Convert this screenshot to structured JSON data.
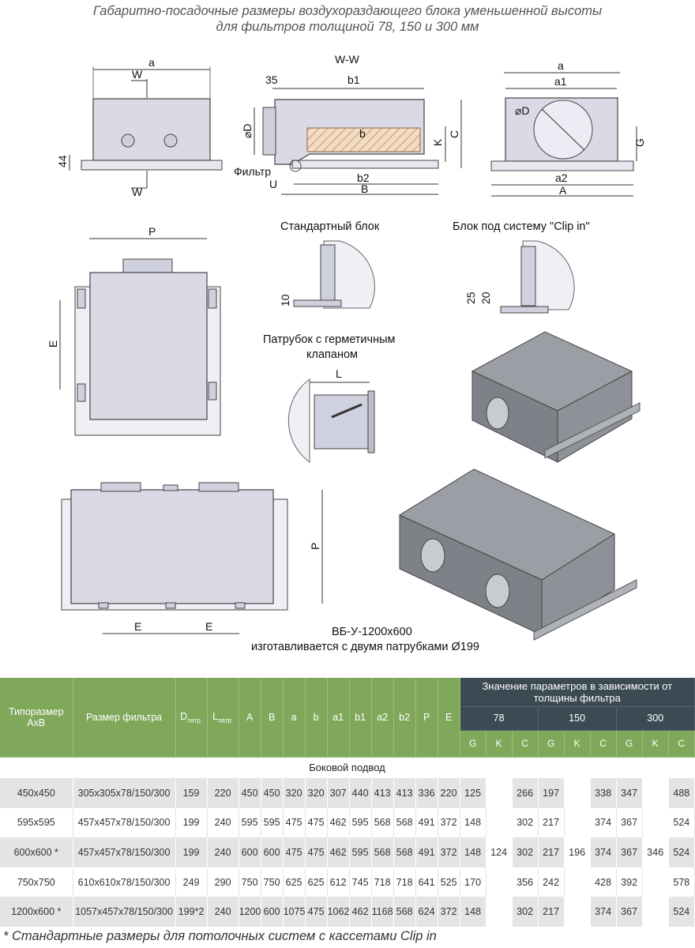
{
  "title": {
    "line1": "Габаритно-посадочные размеры воздухораздающего блока уменьшенной высоты",
    "line2": "для фильтров толщиной 78, 150 и 300 мм"
  },
  "drawings": {
    "front": {
      "a": "a",
      "w_top": "W",
      "w_bottom": "W",
      "h44": "44"
    },
    "section": {
      "title": "W-W",
      "d35": "35",
      "b1": "b1",
      "b": "b",
      "d": "⌀D",
      "k": "K",
      "c": "C",
      "filter": "Фильтр",
      "u": "U",
      "b2": "b2",
      "bb": "B"
    },
    "side": {
      "a": "a",
      "a1": "a1",
      "d": "⌀D",
      "g": "G",
      "a2": "a2",
      "aa": "A"
    },
    "std_block": {
      "caption": "Стандартный блок",
      "dim10": "10"
    },
    "clip_block": {
      "caption": "Блок под систему \"Clip in\"",
      "dim25": "25",
      "dim20": "20"
    },
    "nozzle": {
      "caption_l1": "Патрубок с герметичным",
      "caption_l2": "клапаном",
      "l": "L"
    },
    "top_view": {
      "p": "P",
      "e": "E"
    },
    "top_view2": {
      "p": "P",
      "e1": "E",
      "e2": "E"
    },
    "note": {
      "line1": "ВБ-У-1200х600",
      "line2": "изготавливается с двумя патрубками Ø199"
    }
  },
  "table": {
    "headers": {
      "type": "Типоразмер АхВ",
      "filter": "Размер фильтра",
      "d": "D",
      "d_sub": "патр.",
      "l": "L",
      "l_sub": "патр.",
      "cols": [
        "A",
        "B",
        "a",
        "b",
        "a1",
        "b1",
        "a2",
        "b2",
        "P",
        "E"
      ],
      "group": "Значение параметров в зависимости от толщины фильтра",
      "thick": [
        "78",
        "150",
        "300"
      ],
      "sub": [
        "G",
        "K",
        "C",
        "G",
        "K",
        "C",
        "G",
        "K",
        "C"
      ]
    },
    "section": "Боковой подвод",
    "rows": [
      [
        "450x450",
        "305x305x78/150/300",
        "159",
        "220",
        "450",
        "450",
        "320",
        "320",
        "307",
        "440",
        "413",
        "413",
        "336",
        "220",
        "125",
        "",
        "266",
        "197",
        "",
        "338",
        "347",
        "",
        "488"
      ],
      [
        "595x595",
        "457x457x78/150/300",
        "199",
        "240",
        "595",
        "595",
        "475",
        "475",
        "462",
        "595",
        "568",
        "568",
        "491",
        "372",
        "148",
        "",
        "302",
        "217",
        "",
        "374",
        "367",
        "",
        "524"
      ],
      [
        "600x600 *",
        "457x457x78/150/300",
        "199",
        "240",
        "600",
        "600",
        "475",
        "475",
        "462",
        "595",
        "568",
        "568",
        "491",
        "372",
        "148",
        "124",
        "302",
        "217",
        "196",
        "374",
        "367",
        "346",
        "524"
      ],
      [
        "750x750",
        "610x610x78/150/300",
        "249",
        "290",
        "750",
        "750",
        "625",
        "625",
        "612",
        "745",
        "718",
        "718",
        "641",
        "525",
        "170",
        "",
        "356",
        "242",
        "",
        "428",
        "392",
        "",
        "578"
      ],
      [
        "1200x600 *",
        "1057x457x78/150/300",
        "199*2",
        "240",
        "1200",
        "600",
        "1075",
        "475",
        "1062",
        "462",
        "1168",
        "568",
        "624",
        "372",
        "148",
        "",
        "302",
        "217",
        "",
        "374",
        "367",
        "",
        "524"
      ]
    ]
  },
  "footnote": "* Стандартные размеры для потолочных систем с кассетами Clip in",
  "colors": {
    "header_green": "#7fa85a",
    "header_dark": "#3c4a54",
    "row_grey": "#e3e4e6"
  }
}
